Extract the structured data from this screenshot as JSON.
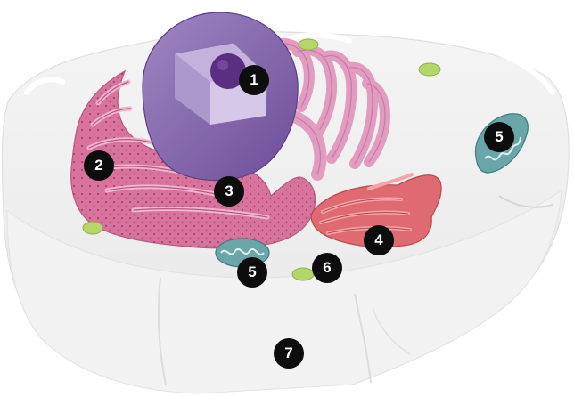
{
  "diagram": {
    "markers": [
      "1",
      "2",
      "3",
      "4",
      "5",
      "5",
      "6",
      "7"
    ],
    "colors": {
      "cytoplasm": "#ececec",
      "nucleus": "#8e72b0",
      "nucleolus": "#5a2e80",
      "rough_er": "#d8739c",
      "smooth_er": "#e19cc0",
      "golgi": "#e06a72",
      "mitochondria": "#6aa6a8",
      "vesicles": "#b5d66a",
      "marker": "#0d0d0d"
    }
  }
}
